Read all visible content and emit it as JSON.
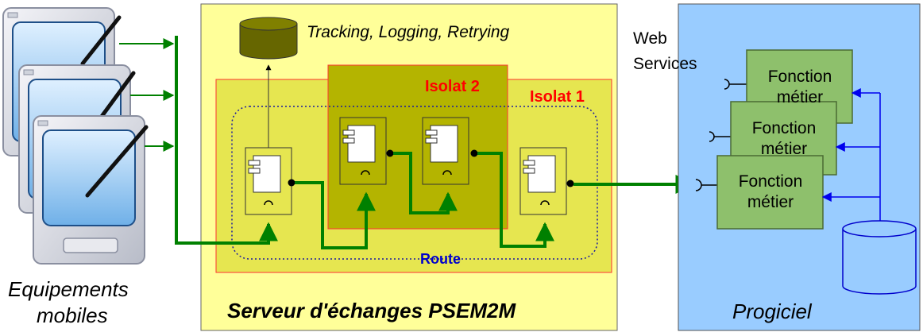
{
  "devices": {
    "label_line1": "Equipements",
    "label_line2": "mobiles"
  },
  "server": {
    "title": "Serveur d'échanges PSEM2M",
    "database_label": "Tracking, Logging, Retrying",
    "isolat_1": "Isolat 1",
    "isolat_2": "Isolat 2",
    "route": "Route"
  },
  "web_services": {
    "line1": "Web",
    "line2": "Services"
  },
  "progiciel": {
    "title": "Progiciel",
    "functions": [
      {
        "line1": "Fonction",
        "line2": "métier"
      },
      {
        "line1": "Fonction",
        "line2": "métier"
      },
      {
        "line1": "Fonction",
        "line2": "métier"
      }
    ]
  },
  "colors": {
    "server_bg": "#ffff99",
    "isolat_1_bg": "#e6e650",
    "isolat_2_bg": "#b4b400",
    "progiciel_bg": "#99ccff",
    "function_bg": "#8ec06c",
    "flow_arrow": "#007f00",
    "label_red": "#ff0000",
    "route_blue": "#0000cc",
    "db_olive": "#666600"
  }
}
